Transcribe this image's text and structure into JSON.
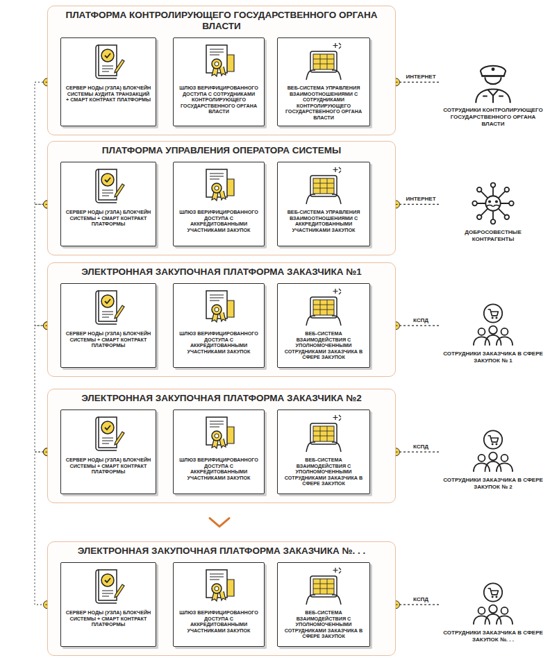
{
  "diagram": {
    "nodes": [
      {
        "text": [
          "ПЛАТФОРМА КОНТРОЛИРУЮЩЕГО ГОСУДАРСТВЕННОГО ОРГАНА ВЛАСТИ"
        ]
      },
      {
        "text": [
          "СЕРВЕР НОДЫ (УЗЛА) БЛОКЧЕЙН СИСТЕМЫ АУДИТА ТРАНЗАКЦИЙ + СМАРТ КОНТРАКТ ПЛАТФОРМЫ"
        ],
        "in": 0
      },
      {
        "text": [
          "ШЛЮЗ ВЕРИФИЦИРОВАННОГО ДОСТУПА С СОТРУДНИКАМИ КОНТРОЛИРУЮЩЕГО ГОСУДАРСТВЕННОГО ОРГАНА ВЛАСТИ"
        ],
        "in": 0
      },
      {
        "text": [
          "ВЕБ-СИСТЕМА УПРАВЛЕНИЯ ВЗАИМООТНОШЕНИЯМИ С СОТРУДНИКАМИ КОНТРОЛИРУЮЩЕГО ГОСУДАРСТВЕННОГО ОРГАНА ВЛАСТИ"
        ],
        "in": 0
      },
      {
        "text": [
          "СОТРУДНИКИ КОНТРОЛИРУЮЩЕГО ГОСУДАРСТВЕННОГО ОРГАНА ВЛАСТИ"
        ]
      },
      {
        "text": [
          "ПЛАТФОРМА УПРАВЛЕНИЯ ОПЕРАТОРА СИСТЕМЫ"
        ]
      },
      {
        "text": [
          "СЕРВЕР НОДЫ (УЗЛА) БЛОКЧЕЙН СИСТЕМЫ + СМАРТ КОНТРАКТ ПЛАТФОРМЫ"
        ],
        "in": 5
      },
      {
        "text": [
          "ШЛЮЗ ВЕРИФИЦИРОВАННОГО ДОСТУПА С АККРЕДИТОВАННЫМИ УЧАСТНИКАМИ ЗАКУПОК"
        ],
        "in": 5
      },
      {
        "text": [
          "ВЕБ-СИСТЕМА УПРАВЛЕНИЯ ВЗАИМООТНОШЕНИЯМИ С АККРЕДИТОВАННЫМИ УЧАСТНИКАМИ ЗАКУПОК"
        ],
        "in": 5
      },
      {
        "text": [
          "ДОБРОСОВЕСТНЫЕ КОНТРАГЕНТЫ"
        ]
      },
      {
        "text": [
          "ЭЛЕКТРОННАЯ ЗАКУПОЧНАЯ ПЛАТФОРМА ЗАКАЗЧИКА №1"
        ]
      },
      {
        "text": [
          "СЕРВЕР НОДЫ (УЗЛА) БЛОКЧЕЙН СИСТЕМЫ + СМАРТ КОНТРАКТ ПЛАТФОРМЫ"
        ],
        "in": 10
      },
      {
        "text": [
          "ШЛЮЗ ВЕРИФИЦИРОВАННОГО ДОСТУПА С АККРЕДИТОВАННЫМИ УЧАСТНИКАМИ ЗАКУПОК"
        ],
        "in": 10
      },
      {
        "text": [
          "ВЕБ-СИСТЕМА ВЗАИМОДЕЙСТВИЯ С УПОЛНОМОЧЕННЫМИ СОТРУДНИКАМИ ЗАКАЗЧИКА В СФЕРЕ ЗАКУПОК"
        ],
        "in": 10
      },
      {
        "text": [
          "СОТРУДНИКИ ЗАКАЗЧИКА В СФЕРЕ ЗАКУПОК № 1"
        ]
      },
      {
        "text": [
          "ЭЛЕКТРОННАЯ ЗАКУПОЧНАЯ ПЛАТФОРМА ЗАКАЗЧИКА №2"
        ]
      },
      {
        "text": [
          "СЕРВЕР НОДЫ (УЗЛА) БЛОКЧЕЙН СИСТЕМЫ + СМАРТ КОНТРАКТ ПЛАТФОРМЫ"
        ],
        "in": 15
      },
      {
        "text": [
          "ШЛЮЗ ВЕРИФИЦИРОВАННОГО ДОСТУПА С АККРЕДИТОВАННЫМИ УЧАСТНИКАМИ ЗАКУПОК"
        ],
        "in": 15
      },
      {
        "text": [
          "ВЕБ-СИСТЕМА ВЗАИМОДЕЙСТВИЯ С УПОЛНОМОЧЕННЫМИ СОТРУДНИКАМИ ЗАКАЗЧИКА В СФЕРЕ ЗАКУПОК"
        ],
        "in": 15
      },
      {
        "text": [
          "СОТРУДНИКИ ЗАКАЗЧИКА В СФЕРЕ ЗАКУПОК № 2"
        ]
      },
      {
        "text": [
          "ЭЛЕКТРОННАЯ ЗАКУПОЧНАЯ ПЛАТФОРМА ЗАКАЗЧИКА №. . ."
        ]
      },
      {
        "text": [
          "СЕРВЕР НОДЫ (УЗЛА) БЛОКЧЕЙН СИСТЕМЫ + СМАРТ КОНТРАКТ ПЛАТФОРМЫ"
        ],
        "in": 20
      },
      {
        "text": [
          "ШЛЮЗ ВЕРИФИЦИРОВАННОГО ДОСТУПА С АККРЕДИТОВАННЫМИ УЧАСТНИКАМИ ЗАКУПОК"
        ],
        "in": 20
      },
      {
        "text": [
          "ВЕБ-СИСТЕМА ВЗАИМОДЕЙСТВИЯ С УПОЛНОМОЧЕННЫМИ СОТРУДНИКАМИ ЗАКАЗЧИКА В СФЕРЕ ЗАКУПОК"
        ],
        "in": 20
      },
      {
        "text": [
          "СОТРУДНИКИ ЗАКАЗЧИКА В СФЕРЕ ЗАКУПОК №. . ."
        ]
      }
    ],
    "edges": [
      {
        "from": 1,
        "to": 2,
        "arrow": "none"
      },
      {
        "from": 2,
        "to": 3,
        "arrow": "none"
      },
      {
        "from": 3,
        "to": 4,
        "label": "ИНТЕРНЕТ",
        "arrow": "none"
      },
      {
        "from": 6,
        "to": 7,
        "arrow": "none"
      },
      {
        "from": 7,
        "to": 8,
        "arrow": "none"
      },
      {
        "from": 8,
        "to": 9,
        "label": "ИНТЕРНЕТ",
        "arrow": "none"
      },
      {
        "from": 11,
        "to": 12,
        "arrow": "none"
      },
      {
        "from": 12,
        "to": 13,
        "arrow": "none"
      },
      {
        "from": 13,
        "to": 14,
        "label": "КСПД",
        "arrow": "none"
      },
      {
        "from": 16,
        "to": 17,
        "arrow": "none"
      },
      {
        "from": 17,
        "to": 18,
        "arrow": "none"
      },
      {
        "from": 18,
        "to": 19,
        "label": "КСПД",
        "arrow": "none"
      },
      {
        "from": 21,
        "to": 22,
        "arrow": "none"
      },
      {
        "from": 22,
        "to": 23,
        "arrow": "none"
      },
      {
        "from": 23,
        "to": 24,
        "label": "КСПД",
        "arrow": "none"
      },
      {
        "from": 1,
        "to": 6,
        "arrow": "none"
      },
      {
        "from": 6,
        "to": 11,
        "arrow": "none"
      },
      {
        "from": 11,
        "to": 16,
        "arrow": "none"
      },
      {
        "from": 16,
        "to": 21,
        "arrow": "none"
      }
    ]
  }
}
